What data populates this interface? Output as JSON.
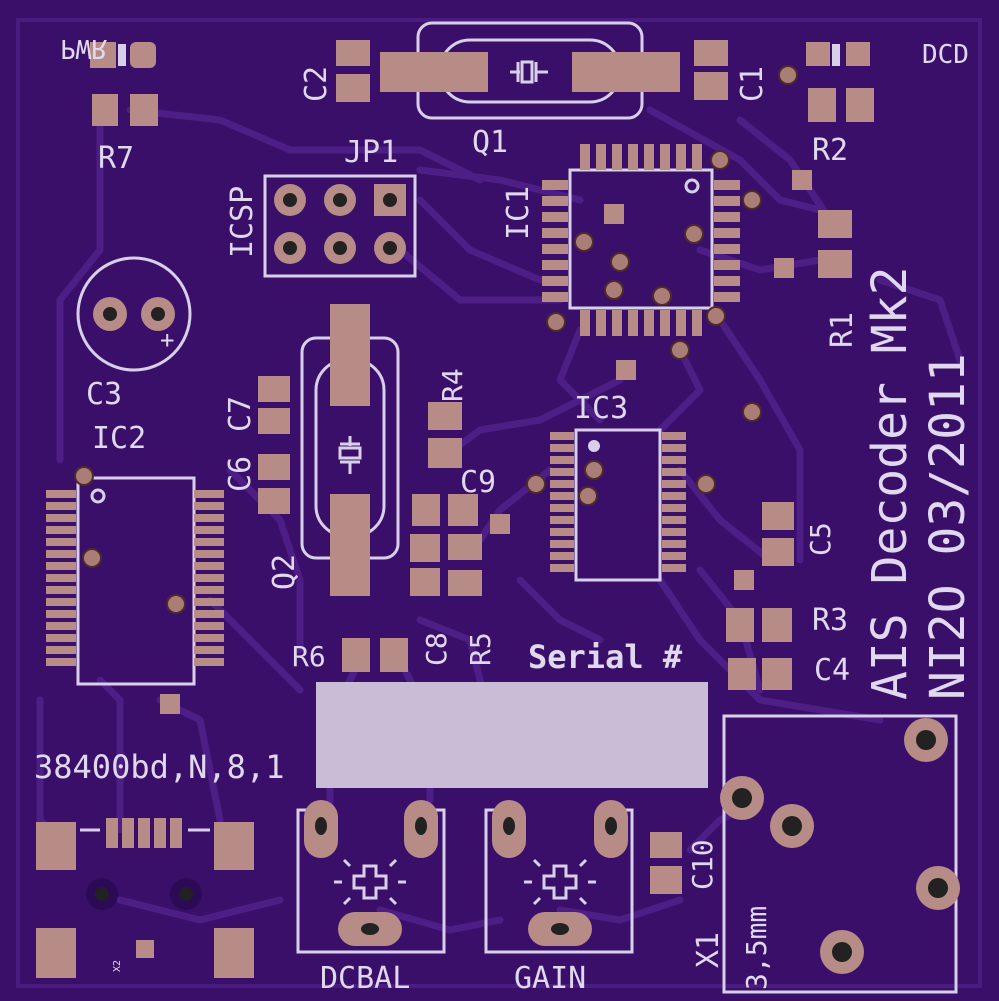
{
  "board": {
    "background_color": "#3a0f6a",
    "silkscreen_color": "#d8d0e8",
    "copper_color": "#b78b86"
  },
  "labels": {
    "pwr": "PWR",
    "dcd": "DCD",
    "r7": "R7",
    "r2": "R2",
    "c2": "C2",
    "c1": "C1",
    "q1": "Q1",
    "jp1": "JP1",
    "icsp": "ICSP",
    "ic1": "IC1",
    "r1": "R1",
    "c3": "C3",
    "c3_polarity": "+",
    "ic2": "IC2",
    "c7": "C7",
    "c6": "C6",
    "q2": "Q2",
    "r4": "R4",
    "c9": "C9",
    "ic3": "IC3",
    "c5": "C5",
    "r3": "R3",
    "c4": "C4",
    "r6": "R6",
    "c8": "C8",
    "r5": "R5",
    "serial": "Serial #",
    "baud": "38400bd,N,8,1",
    "c10": "C10",
    "dcbal": "DCBAL",
    "gain": "GAIN",
    "x1": "X1",
    "x2": "X2",
    "jack_size": "3,5mm",
    "title_line1": "AIS Decoder Mk2",
    "title_line2": "NI2O 03/2011"
  }
}
